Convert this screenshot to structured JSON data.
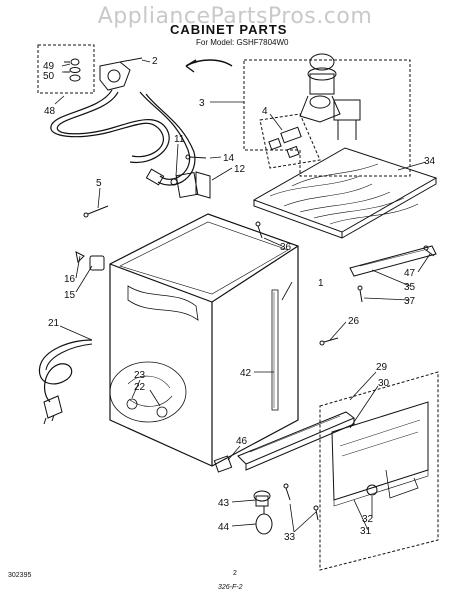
{
  "header": {
    "watermark": "AppliancePartsPros.com",
    "title": "CABINET PARTS",
    "subtitle": "For Model: GSHF7804W0"
  },
  "footer": {
    "code": "302395",
    "page": "2",
    "ref": "326-F-2"
  },
  "callouts": {
    "c1": "1",
    "c2": "2",
    "c3": "3",
    "c4": "4",
    "c5": "5",
    "c11": "11",
    "c12": "12",
    "c14": "14",
    "c15": "15",
    "c16": "16",
    "c21": "21",
    "c22": "22",
    "c23": "23",
    "c26": "26",
    "c29": "29",
    "c30": "30",
    "c31": "31",
    "c32": "32",
    "c33": "33",
    "c34": "34",
    "c35": "35",
    "c36": "36",
    "c37": "37",
    "c42": "42",
    "c43": "43",
    "c44": "44",
    "c46": "46",
    "c47": "47",
    "c48": "48",
    "c49": "49",
    "c50": "50"
  },
  "colors": {
    "line": "#111111",
    "watermark": "#c9c9c9",
    "background": "#ffffff"
  }
}
